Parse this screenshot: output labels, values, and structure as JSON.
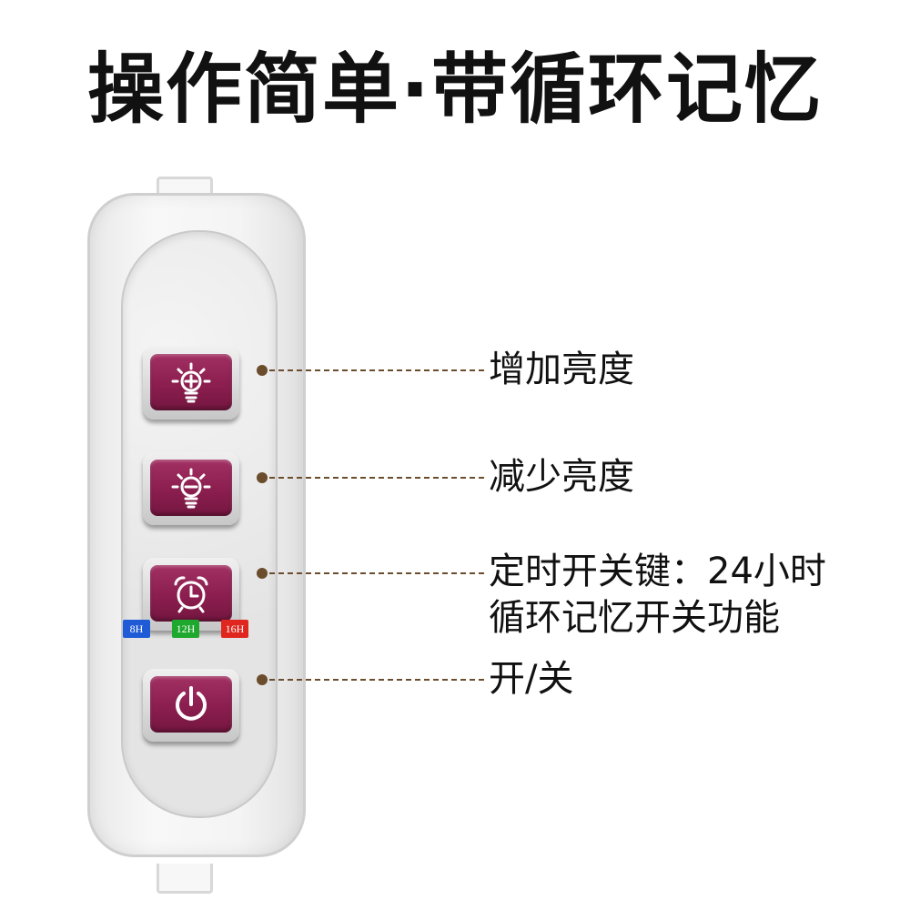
{
  "title": "操作简单·带循环记忆",
  "buttons": [
    {
      "name": "increase-brightness",
      "icon": "bulb-plus-icon",
      "label": "增加亮度"
    },
    {
      "name": "decrease-brightness",
      "icon": "bulb-minus-icon",
      "label": "减少亮度"
    },
    {
      "name": "timer",
      "icon": "alarm-clock-icon",
      "label_line1": "定时开关键：24小时",
      "label_line2": "循环记忆开关功能"
    },
    {
      "name": "power",
      "icon": "power-icon",
      "label": "开/关"
    }
  ],
  "timer_badges": [
    {
      "text": "8H",
      "color": "#1f5bd6"
    },
    {
      "text": "12H",
      "color": "#1fa82e"
    },
    {
      "text": "16H",
      "color": "#e0271f"
    }
  ],
  "colors": {
    "button_face": "#8b1e4f",
    "callout_line": "#6b4c2c"
  }
}
